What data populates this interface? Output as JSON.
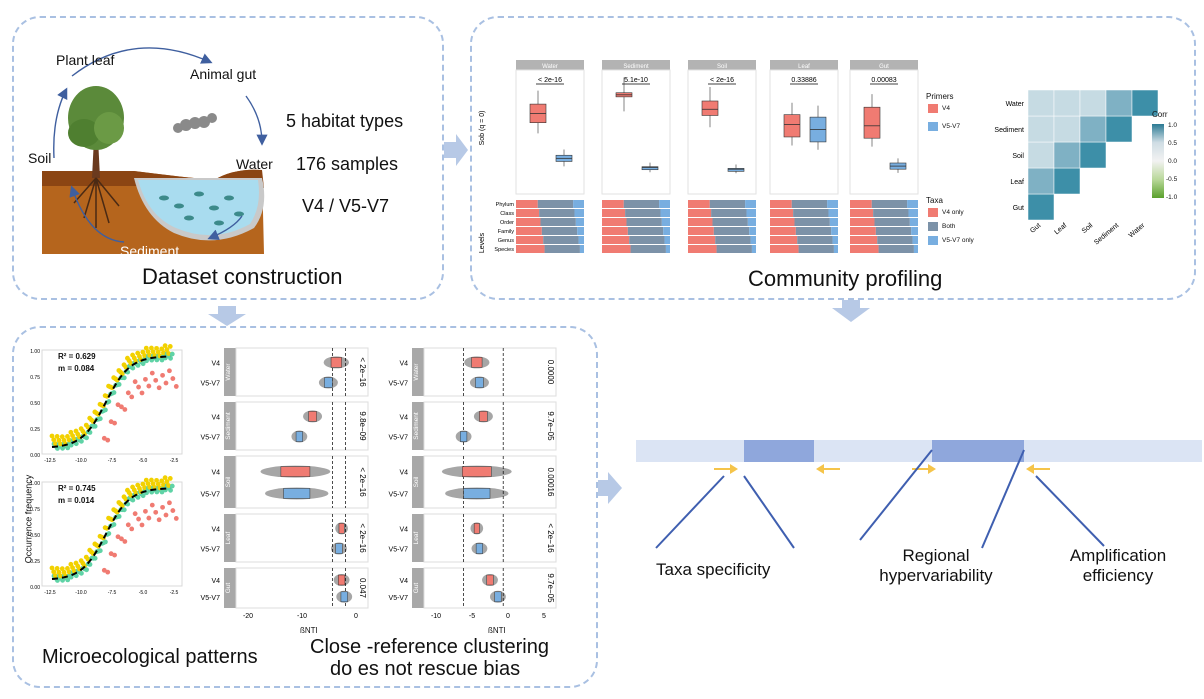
{
  "panels": {
    "dataset": {
      "title": "Dataset construction",
      "habitats": {
        "plant_leaf": "Plant leaf",
        "animal_gut": "Animal gut",
        "soil": "Soil",
        "water": "Water",
        "sediment": "Sediment"
      },
      "facts": [
        "5 habitat types",
        "176 samples",
        "V4 / V5-V7"
      ]
    },
    "community": {
      "title": "Community profiling",
      "facets": [
        "Water",
        "Sediment",
        "Soil",
        "Leaf",
        "Gut"
      ],
      "pvalues": [
        "< 2e-16",
        "5.1e-10",
        "< 2e-16",
        "0.33886",
        "0.00083"
      ],
      "ylabel": "Sob (q = 0)",
      "levels_label": "Levels",
      "levels": [
        "Phylum",
        "Class",
        "Order",
        "Family",
        "Genus",
        "Species"
      ],
      "primers_legend": {
        "title": "Primers",
        "items": [
          "V4",
          "V5-V7"
        ]
      },
      "taxa_legend": {
        "title": "Taxa",
        "items": [
          "V4 only",
          "Both",
          "V5-V7 only"
        ]
      },
      "corr_legend": {
        "title": "Corr",
        "ticks": [
          "1.0",
          "0.5",
          "0.0",
          "-0.5",
          "-1.0"
        ]
      }
    },
    "micro": {
      "title": "Microecological patterns",
      "ylabel": "Occurrence frequency",
      "stats": [
        {
          "r2": "R² = 0.629",
          "m": "m = 0.084"
        },
        {
          "r2": "R² = 0.745",
          "m": "m = 0.014"
        }
      ],
      "yticks": [
        "1.00",
        "0.75",
        "0.50",
        "0.25",
        "0.00"
      ],
      "xticks": [
        "-12.5",
        "-10.0",
        "-7.5",
        "-5.0",
        "-2.5"
      ]
    },
    "closeref": {
      "title_line1": "Close -reference clustering",
      "title_line2": "do es not rescue bias",
      "xlabel": "ßNTI",
      "rows": [
        "V4",
        "V5-V7"
      ],
      "left_xticks": [
        "-20",
        "-10",
        "0"
      ],
      "right_xticks": [
        "-10",
        "-5",
        "0",
        "5"
      ],
      "left_pvalues": [
        "< 2e−16",
        "9.8e−09",
        "< 2e−16",
        "< 2e−16",
        "0.047"
      ],
      "right_pvalues": [
        "0.0000",
        "9.7e−05",
        "0.00016",
        "< 2e−16",
        "9.7e−05"
      ]
    },
    "amplicon": {
      "labels": [
        "Taxa specificity",
        "Regional hypervariability",
        "Amplification efficiency"
      ]
    }
  },
  "chart_data": [
    {
      "type": "heatmap",
      "title": "",
      "x": [
        "Gut",
        "Leaf",
        "Soil",
        "Sediment",
        "Water"
      ],
      "y": [
        "Gut",
        "Leaf",
        "Soil",
        "Sediment",
        "Water"
      ],
      "legend_title": "Corr",
      "range": [
        -1.0,
        1.0
      ],
      "colors": {
        "high": "#3d8fa8",
        "mid": "#f2f2f2",
        "low": "#5aa02c"
      }
    }
  ]
}
